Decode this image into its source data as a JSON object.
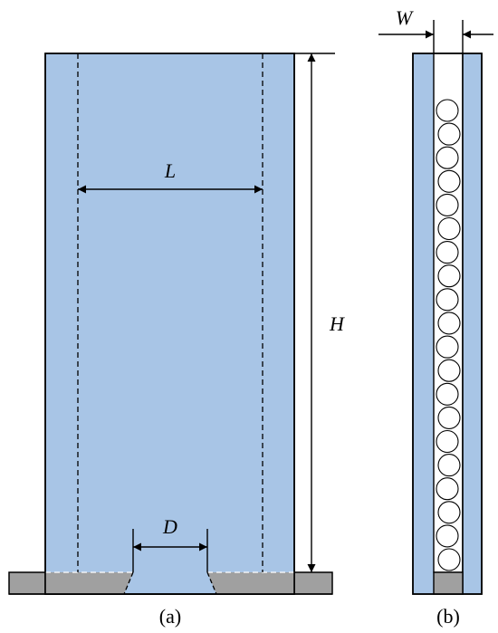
{
  "labels": {
    "L": "L",
    "H": "H",
    "D": "D",
    "W": "W",
    "caption_a": "(a)",
    "caption_b": "(b)"
  },
  "colors": {
    "panel_fill": "#a8c5e6",
    "base_fill": "#a0a0a0",
    "outline": "#000000",
    "gap_fill": "#ffffff"
  },
  "particles": {
    "count": 20,
    "style": "hollow circles stacked in vertical gap"
  }
}
